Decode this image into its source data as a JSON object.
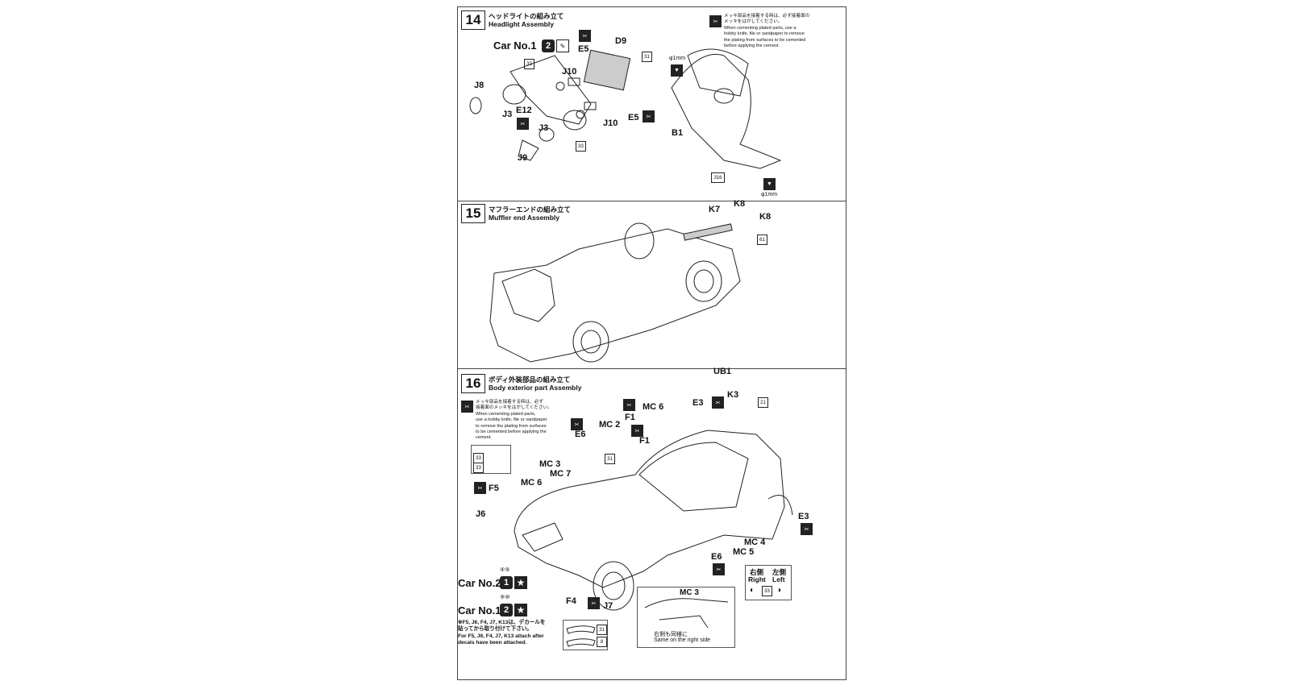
{
  "steps": [
    {
      "number": "14",
      "title_jp": "ヘッドライトの組み立て",
      "title_en": "Headlight Assembly"
    },
    {
      "number": "15",
      "title_jp": "マフラーエンドの組み立て",
      "title_en": "Muffler end Assembly"
    },
    {
      "number": "16",
      "title_jp": "ボディ外装部品の組み立て",
      "title_en": "Body exterior part Assembly"
    }
  ],
  "step14": {
    "car_label": "Car No.1",
    "car_badge": "2",
    "parts": [
      "E5",
      "D9",
      "J10",
      "J8",
      "J3",
      "E12",
      "J10",
      "E5",
      "J3",
      "J9",
      "B1"
    ],
    "paint_codes": [
      "33",
      "31",
      "33",
      "316"
    ],
    "drill_top": "φ1mm",
    "drill_bottom": "φ1mm",
    "note": "メッキ部品を接着する時は、必ず接着面の\nメッキをはがしてください。\nWhen cementing plated parts, use a\nhobby knife, file or sandpaper to remove\nthe plating from surfaces to be cemented\nbefore applying the cement."
  },
  "step15": {
    "parts": [
      "K8",
      "K7",
      "K8"
    ],
    "paint_codes": [
      "61"
    ]
  },
  "step16": {
    "note": "メッキ部品を接着する時は、必ず\n接着面のメッキをはがしてください。\nWhen cementing plated parts,\nuse a hobby knife, file or sandpaper\nto remove the plating from surfaces\nto be cemented before applying the\ncement.",
    "parts": [
      "UB1",
      "K3",
      "E3",
      "MC 6",
      "MC 2",
      "F1",
      "F1",
      "E6",
      "MC 3",
      "MC 7",
      "MC 6",
      "F5",
      "J6",
      "E3",
      "MC 4",
      "MC 5",
      "E6"
    ],
    "paint_codes": [
      "21",
      "31",
      "33",
      "33",
      "31",
      "8"
    ],
    "car_no2_label": "Car No.2",
    "car_no2_badge": "1",
    "car_no2_decals": "④⑤",
    "car_no1_label": "Car No.1",
    "car_no1_badge": "2",
    "car_no1_decals": "⑨⑩",
    "side_right_jp": "右側",
    "side_right_en": "Right",
    "side_left_jp": "左側",
    "side_left_en": "Left",
    "side_paint": "33",
    "detail_part": "MC 3",
    "detail_note_jp": "右側も同様に",
    "detail_note_en": "Same on the right side",
    "decal_note": "※F5, J6, F4, J7, K13は、デカールを\n貼ってから取り付けて下さい。\nFor F5, J6, F4, J7, K13 attach after\ndecals have been attached.",
    "bottom_parts": [
      "F4",
      "J7"
    ]
  }
}
